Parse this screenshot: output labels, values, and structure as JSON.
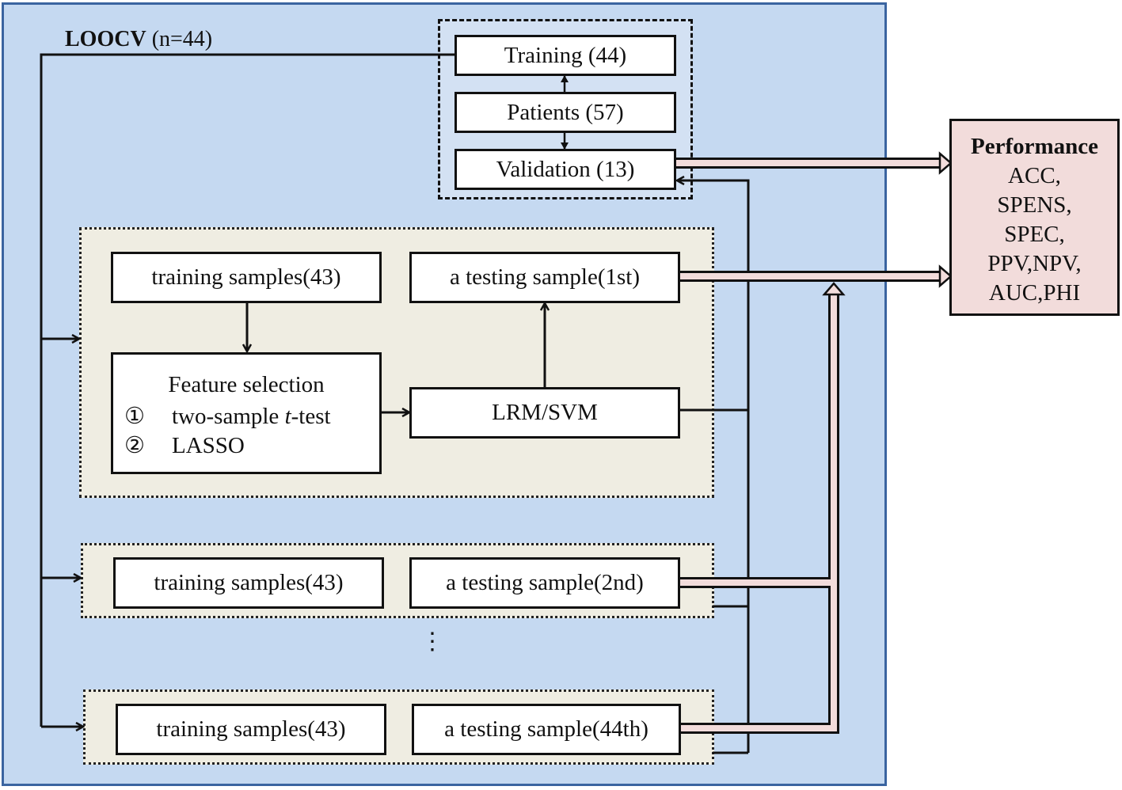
{
  "loocv": {
    "label": "LOOCV",
    "n": "(n=44)"
  },
  "split": {
    "training": "Training (44)",
    "patients": "Patients (57)",
    "validation": "Validation (13)"
  },
  "fold1": {
    "training": "training samples(43)",
    "testing": "a testing sample(1st)",
    "feature_title": "Feature selection",
    "feature_items": [
      {
        "num": "①",
        "pre": "two-sample ",
        "ital": "t",
        "post": "-test"
      },
      {
        "num": "②",
        "text": "LASSO"
      }
    ],
    "model": "LRM/SVM"
  },
  "fold2": {
    "training": "training samples(43)",
    "testing": "a testing sample(2nd)"
  },
  "ellipsis": "⋮",
  "fold44": {
    "training": "training samples(43)",
    "testing": "a testing sample(44th)"
  },
  "performance": {
    "title": "Performance",
    "lines": [
      "ACC,",
      "SPENS,",
      "SPEC,",
      "PPV,NPV,",
      "AUC,PHI"
    ]
  }
}
